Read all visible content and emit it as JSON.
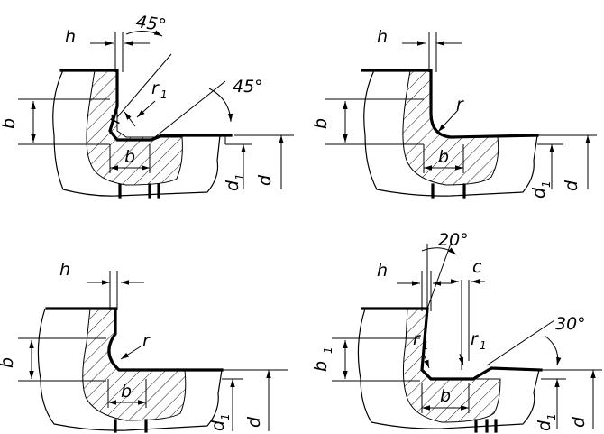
{
  "panels": [
    {
      "id": "panel-1",
      "labels": {
        "h": "h",
        "b_side": "b",
        "b_bottom": "b",
        "r": "r",
        "r1": "r",
        "r1_sub": "1",
        "angle_top": "45°",
        "angle_right": "45°",
        "d1": "d",
        "d1_sub": "1",
        "d": "d"
      }
    },
    {
      "id": "panel-2",
      "labels": {
        "h": "h",
        "b_side": "b",
        "b_bottom": "b",
        "r": "r",
        "d1": "d",
        "d1_sub": "1",
        "d": "d"
      }
    },
    {
      "id": "panel-3",
      "labels": {
        "h": "h",
        "b_side": "b",
        "b_bottom": "b",
        "r": "r",
        "d1": "d",
        "d1_sub": "1",
        "d": "d"
      }
    },
    {
      "id": "panel-4",
      "labels": {
        "h": "h",
        "b_side": "b",
        "b_side_sub": "1",
        "b_bottom": "b",
        "c": "c",
        "r1_left": "r",
        "r1_left_sub": "1",
        "r1_right": "r",
        "r1_right_sub": "1",
        "angle_top": "20°",
        "angle_right": "30°",
        "d1": "d",
        "d1_sub": "1",
        "d": "d"
      }
    }
  ]
}
